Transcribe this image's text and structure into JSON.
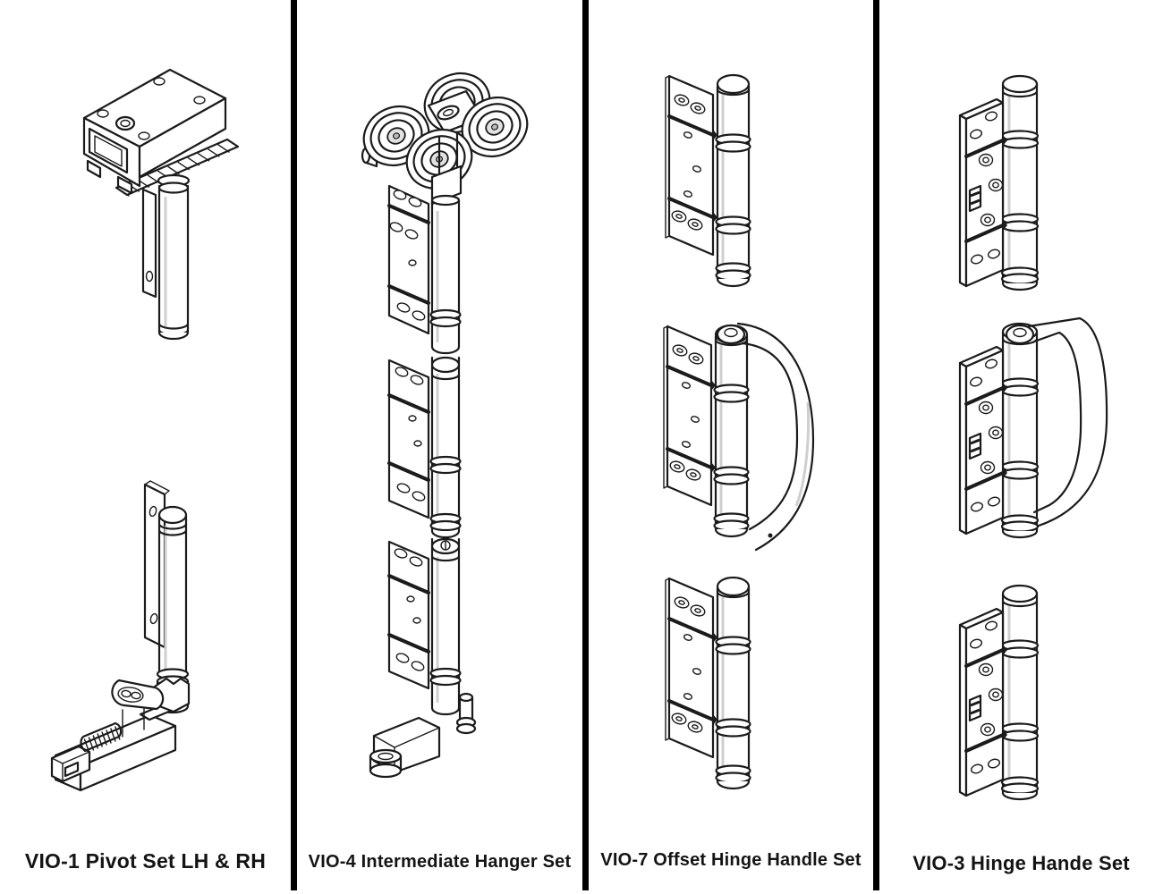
{
  "sheet": {
    "background": "#ffffff",
    "line_color": "#1b1b1b",
    "divider_color": "#000000"
  },
  "columns": [
    {
      "id": "vio-1",
      "label": "VIO-1 Pivot Set LH & RH",
      "illustrations": [
        "top-pivot-track-bracket-with-toothed-rack-and-spindle",
        "floor-pivot-post-with-geared-adjustable-base"
      ]
    },
    {
      "id": "vio-4",
      "label": "VIO-4 Intermediate Hanger Set",
      "illustrations": [
        "four-wheel-trolley-hanger-with-triple-hinge-strip-and-bottom-guide-roller"
      ]
    },
    {
      "id": "vio-7",
      "label": "VIO-7 Offset Hinge Handle Set",
      "illustrations": [
        "offset-hinge",
        "offset-hinge-with-d-handle",
        "offset-hinge"
      ]
    },
    {
      "id": "vio-3",
      "label": "VIO-3 Hinge Hande Set",
      "illustrations": [
        "non-mortise-hinge",
        "non-mortise-hinge-with-d-handle",
        "non-mortise-hinge"
      ]
    }
  ]
}
